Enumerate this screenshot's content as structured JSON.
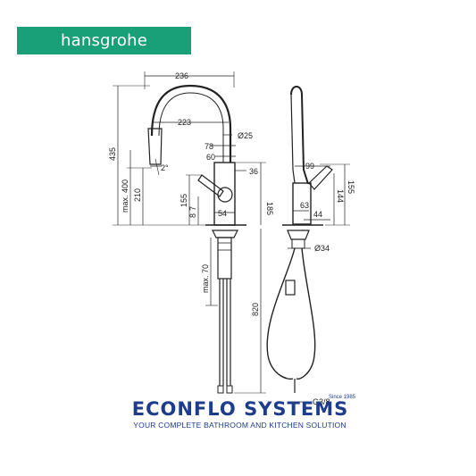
{
  "brand": {
    "logo_text": "hansgrohe",
    "logo_bg": "#19a078"
  },
  "drawing": {
    "dims_front": {
      "d236": "236",
      "d223": "223",
      "d78": "78",
      "d60": "60",
      "d25": "Ø25",
      "d36": "36",
      "d435": "435",
      "d400": "max. 400",
      "d210": "210",
      "d2deg": "2°",
      "d155": "155",
      "d7": "7",
      "d8": "8",
      "d185": "185",
      "d54": "54",
      "d70": "max. 70",
      "d820": "820"
    },
    "dims_side": {
      "d99": "99",
      "d144": "144",
      "d155": "155",
      "d63": "63",
      "d44": "44",
      "d34": "Ø34",
      "dG38": "G3/8"
    }
  },
  "footer": {
    "company": "ECONFLO SYSTEMS",
    "since": "Since 1985",
    "tagline": "YOUR COMPLETE BATHROOM AND KITCHEN SOLUTION",
    "color": "#1e3c8c"
  }
}
